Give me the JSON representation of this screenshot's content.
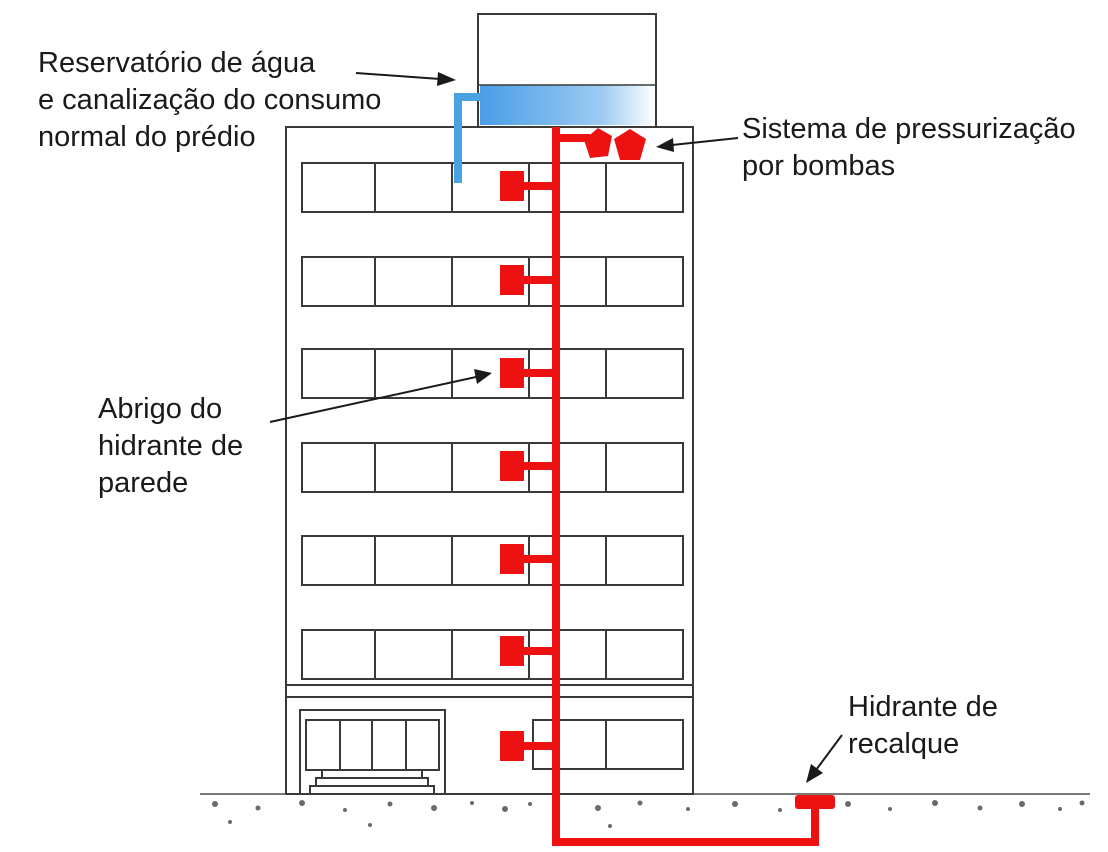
{
  "labels": {
    "reservoir": [
      "Reservatório de água",
      "e canalização do consumo",
      "normal do prédio"
    ],
    "pressurization": [
      "Sistema de pressurização",
      "por bombas"
    ],
    "hydrant_shelter": [
      "Abrigo do",
      "hidrante de",
      "parede"
    ],
    "recalque": [
      "Hidrante de",
      "recalque"
    ]
  },
  "colors": {
    "fire_pipe": "#ee1111",
    "water_pipe": "#4aa3e0",
    "water_tank_fill": "#5aa8e8",
    "outline": "#3a3a3a"
  },
  "floors_with_hydrant": 7
}
